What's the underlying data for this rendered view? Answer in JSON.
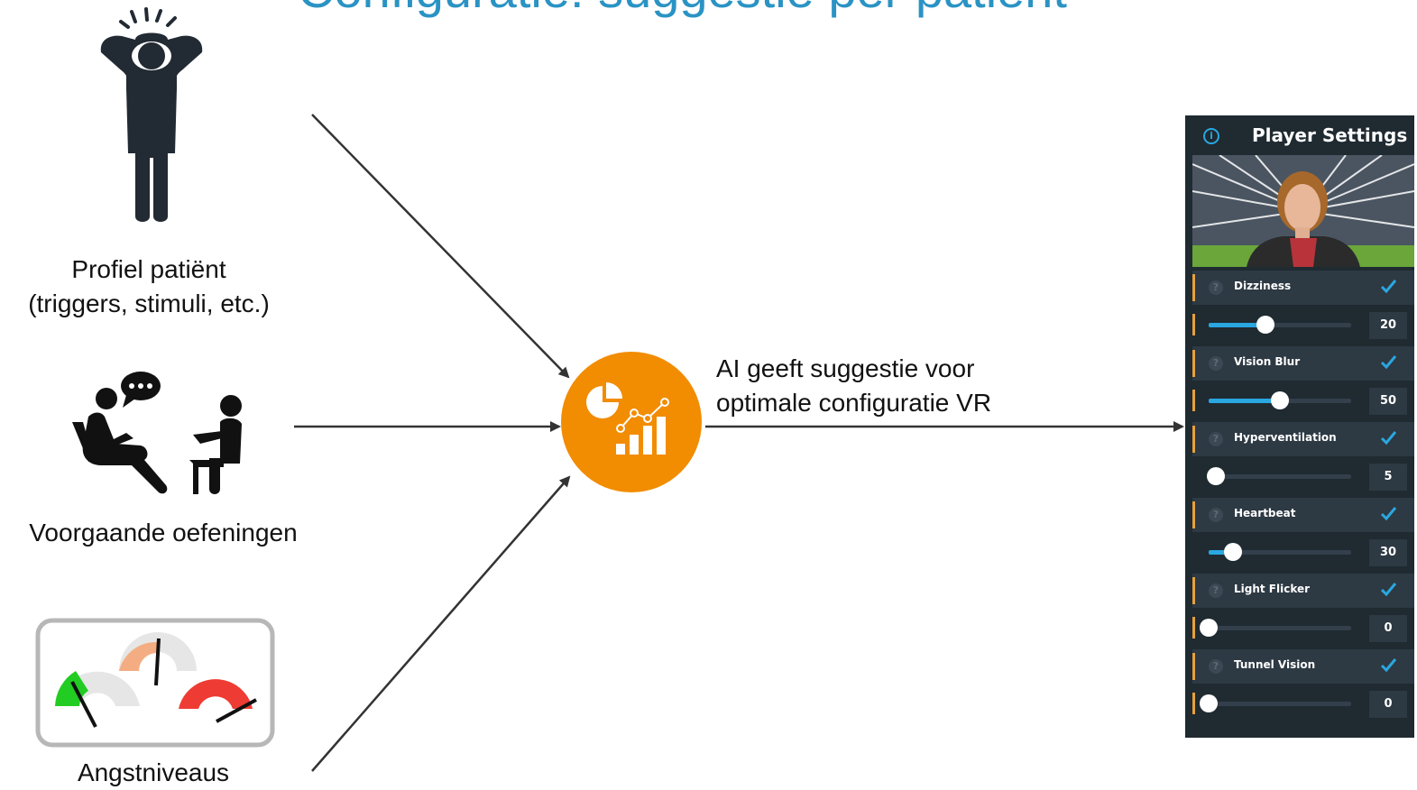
{
  "title": "Configuratie: suggestie per patiënt",
  "inputs": [
    {
      "label_line1": "Profiel patiënt",
      "label_line2": "(triggers, stimuli, etc.)",
      "icon": "stressed-person-icon"
    },
    {
      "label_line1": "Voorgaande oefeningen",
      "icon": "therapy-session-icon"
    },
    {
      "label_line1": "Angstniveaus",
      "icon": "anxiety-gauges-icon"
    }
  ],
  "ai": {
    "icon": "analytics-icon",
    "line1": "AI geeft suggestie voor",
    "line2": "optimale configuratie VR",
    "color": "#f28c00"
  },
  "panel": {
    "title": "Player Settings",
    "accent_color": "#2aa7e0",
    "settings": [
      {
        "name": "Dizziness",
        "value": "20",
        "level": 0.4
      },
      {
        "name": "Vision Blur",
        "value": "50",
        "level": 0.5
      },
      {
        "name": "Hyperventilation",
        "value": "5",
        "level": 0.05
      },
      {
        "name": "Heartbeat",
        "value": "30",
        "level": 0.17
      },
      {
        "name": "Light Flicker",
        "value": "0",
        "level": 0
      },
      {
        "name": "Tunnel Vision",
        "value": "0",
        "level": 0
      }
    ]
  }
}
